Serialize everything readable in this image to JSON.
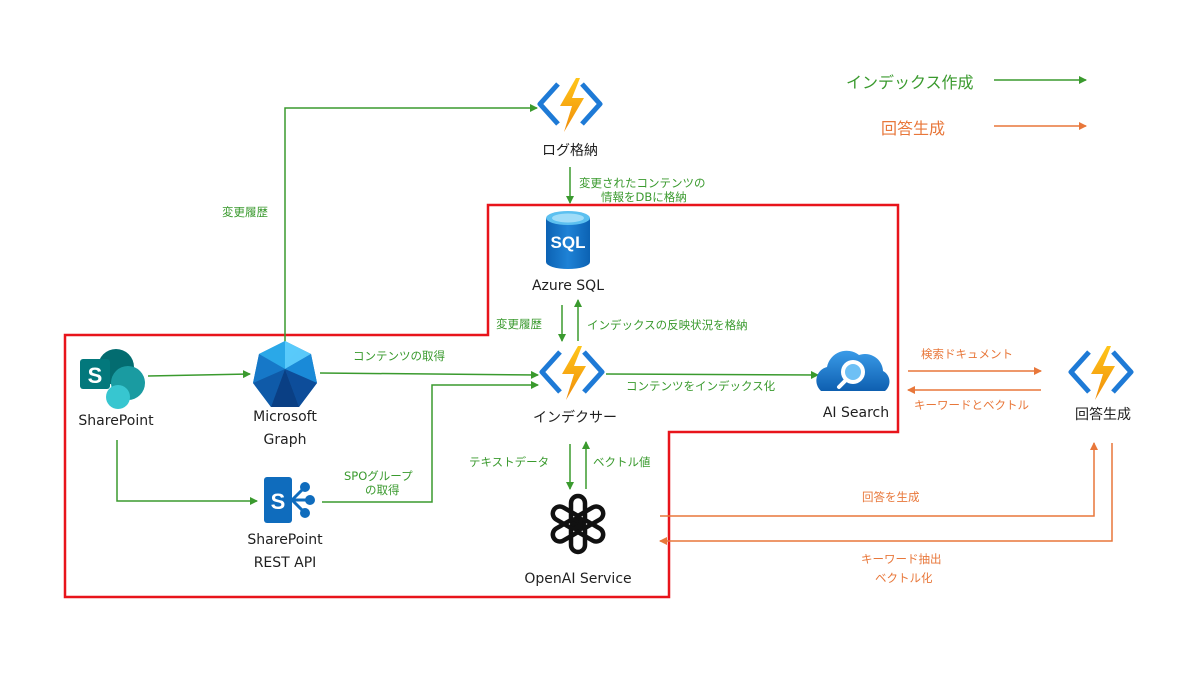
{
  "legend": {
    "index_label": "インデックス作成",
    "answer_label": "回答生成",
    "index_color": "#3a9a2e",
    "answer_color": "#e8773a"
  },
  "nodes": {
    "log_store": "ログ格納",
    "azure_sql": "Azure SQL",
    "sharepoint": "SharePoint",
    "ms_graph_1": "Microsoft",
    "ms_graph_2": "Graph",
    "indexer": "インデクサー",
    "ai_search": "AI Search",
    "answer_gen": "回答生成",
    "sp_rest_1": "SharePoint",
    "sp_rest_2": "REST API",
    "openai": "OpenAI Service"
  },
  "icons": {
    "log_store": "azure-functions-icon",
    "azure_sql": "azure-sql-database-icon",
    "sharepoint": "sharepoint-icon",
    "ms_graph": "microsoft-graph-icon",
    "indexer": "azure-functions-icon",
    "ai_search": "ai-search-icon",
    "answer_gen": "azure-functions-icon",
    "sp_rest": "sharepoint-rest-icon",
    "openai": "openai-icon"
  },
  "edges": {
    "change_history": "変更履歴",
    "changed_content_1": "変更されたコンテンツの",
    "changed_content_2": "情報をDBに格納",
    "change_history_2": "変更履歴",
    "index_reflect": "インデックスの反映状況を格納",
    "get_content": "コンテンツの取得",
    "content_to_index": "コンテンツをインデックス化",
    "spo_group_1": "SPOグループ",
    "spo_group_2": "の取得",
    "text_data": "テキストデータ",
    "vector_value": "ベクトル値",
    "search_documents": "検索ドキュメント",
    "keyword_vector": "キーワードとベクトル",
    "generate_answer": "回答を生成",
    "keyword_extract_1": "キーワード抽出",
    "keyword_extract_2": "ベクトル化"
  },
  "colors": {
    "boundary": "#e8141b",
    "azure_blue": "#1976d2",
    "bolt": "#f7a21b",
    "sharepoint_teal": "#038387"
  }
}
